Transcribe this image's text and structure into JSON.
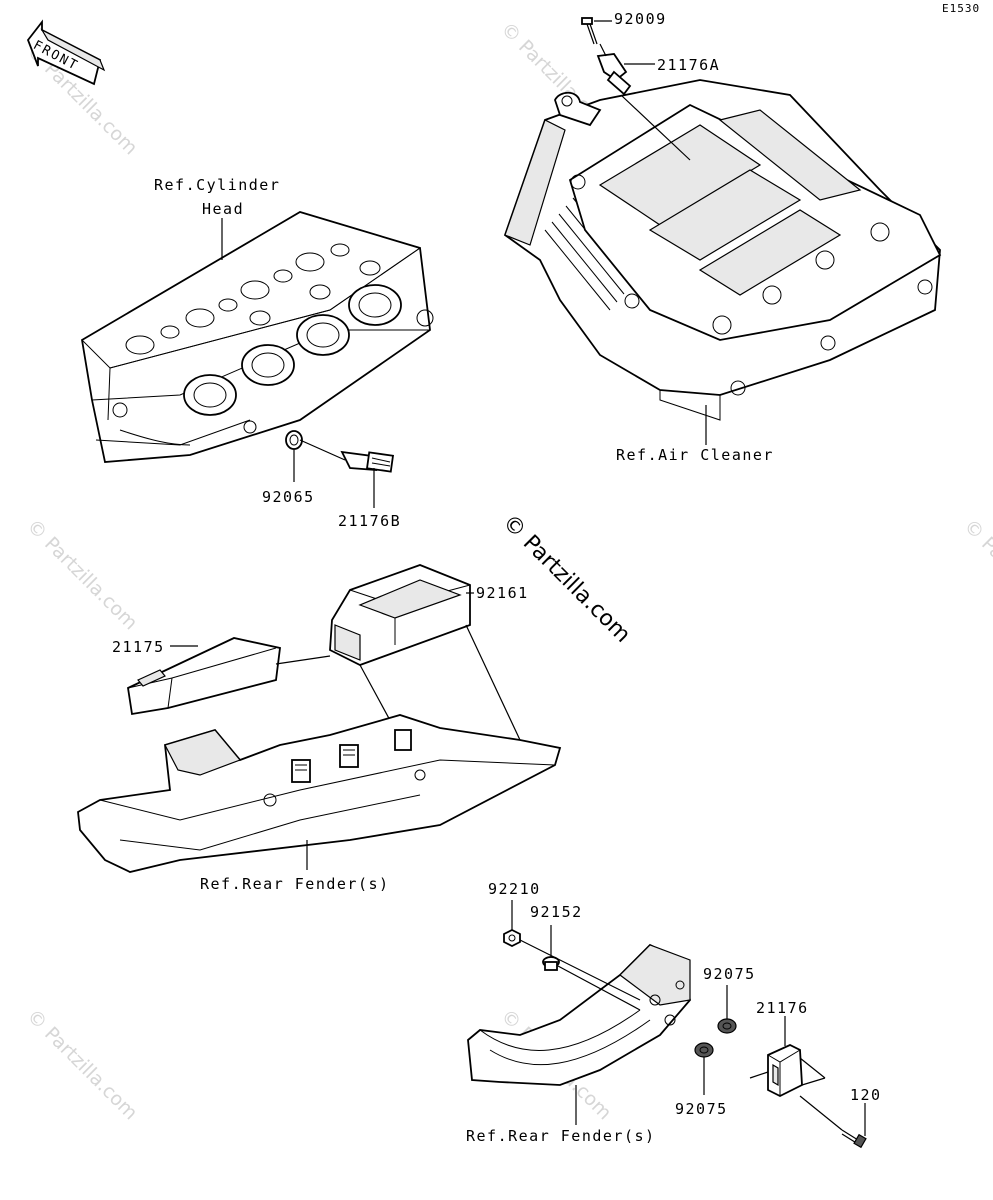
{
  "diagram_code": "E1530",
  "front_label": "FRONT",
  "watermark_main": "© Partzilla.com",
  "watermark_faint": "© Partzilla.com",
  "labels": {
    "p92009": "92009",
    "p21176A": "21176A",
    "ref_cylinder_head_line1": "Ref.Cylinder",
    "ref_cylinder_head_line2": "Head",
    "ref_air_cleaner": "Ref.Air Cleaner",
    "p92065": "92065",
    "p21176B": "21176B",
    "p92161": "92161",
    "p21175": "21175",
    "ref_rear_fender_1": "Ref.Rear Fender(s)",
    "p92210": "92210",
    "p92152": "92152",
    "p92075_top": "92075",
    "p21176": "21176",
    "p92075_bottom": "92075",
    "p120": "120",
    "ref_rear_fender_2": "Ref.Rear Fender(s)"
  }
}
